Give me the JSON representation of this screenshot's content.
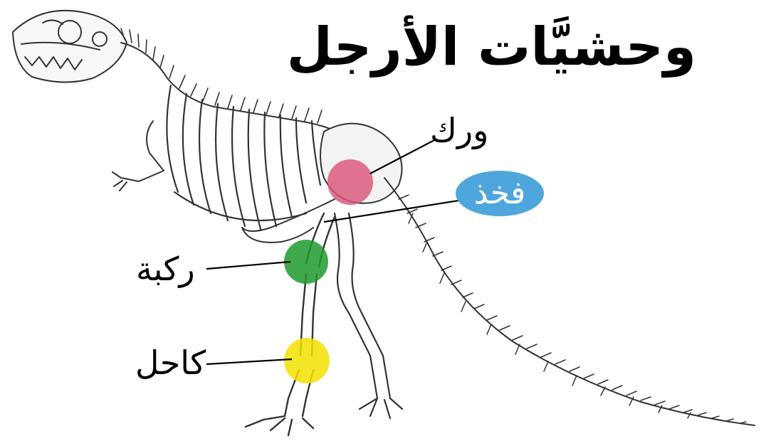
{
  "title": "وحشيَّات الأرجل",
  "labels": {
    "hip": "ورك",
    "thigh": "فخذ",
    "knee": "ركبة",
    "ankle": "كاحل"
  },
  "colors": {
    "hip_marker": "#d9557a",
    "knee_marker": "#1f9a2e",
    "ankle_marker": "#f2e200",
    "thigh_badge": "#4ea6dc",
    "line": "#000000"
  },
  "icon": "theropod-skeleton"
}
